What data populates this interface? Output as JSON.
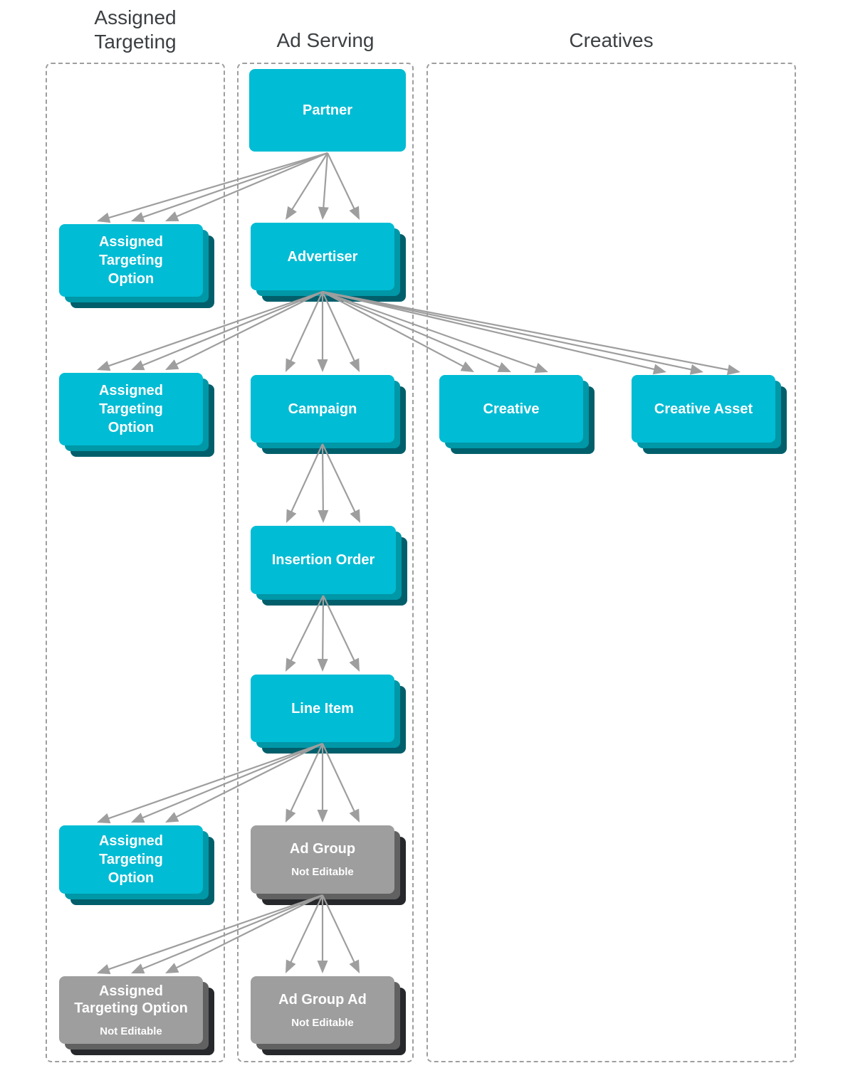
{
  "columns": [
    {
      "id": "assigned-targeting",
      "title": "Assigned Targeting"
    },
    {
      "id": "ad-serving",
      "title": "Ad Serving"
    },
    {
      "id": "creatives",
      "title": "Creatives"
    }
  ],
  "nodes": [
    {
      "id": "partner",
      "column": "ad-serving",
      "label_lines": [
        "Partner"
      ],
      "style": "cyan",
      "stacked": false
    },
    {
      "id": "ato1",
      "column": "assigned-targeting",
      "label_lines": [
        "Assigned",
        "Targeting",
        "Option"
      ],
      "style": "cyan",
      "stacked": true
    },
    {
      "id": "advertiser",
      "column": "ad-serving",
      "label_lines": [
        "Advertiser"
      ],
      "style": "cyan",
      "stacked": true
    },
    {
      "id": "ato2",
      "column": "assigned-targeting",
      "label_lines": [
        "Assigned",
        "Targeting",
        "Option"
      ],
      "style": "cyan",
      "stacked": true
    },
    {
      "id": "campaign",
      "column": "ad-serving",
      "label_lines": [
        "Campaign"
      ],
      "style": "cyan",
      "stacked": true
    },
    {
      "id": "creative",
      "column": "creatives",
      "label_lines": [
        "Creative"
      ],
      "style": "cyan",
      "stacked": true
    },
    {
      "id": "creative-asset",
      "column": "creatives",
      "label_lines": [
        "Creative Asset"
      ],
      "style": "cyan",
      "stacked": true
    },
    {
      "id": "insertion-order",
      "column": "ad-serving",
      "label_lines": [
        "Insertion Order"
      ],
      "style": "cyan",
      "stacked": true
    },
    {
      "id": "line-item",
      "column": "ad-serving",
      "label_lines": [
        "Line Item"
      ],
      "style": "cyan",
      "stacked": true
    },
    {
      "id": "ato3",
      "column": "assigned-targeting",
      "label_lines": [
        "Assigned",
        "Targeting",
        "Option"
      ],
      "style": "cyan",
      "stacked": true
    },
    {
      "id": "ad-group",
      "column": "ad-serving",
      "label_lines": [
        "Ad Group"
      ],
      "sublabel": "Not Editable",
      "style": "gray",
      "stacked": true
    },
    {
      "id": "ato4",
      "column": "assigned-targeting",
      "label_lines": [
        "Assigned",
        "Targeting Option"
      ],
      "sublabel": "Not Editable",
      "style": "gray",
      "stacked": true
    },
    {
      "id": "ad-group-ad",
      "column": "ad-serving",
      "label_lines": [
        "Ad Group Ad"
      ],
      "sublabel": "Not Editable",
      "style": "gray",
      "stacked": true
    }
  ],
  "edges": [
    {
      "from": "partner",
      "to": "advertiser"
    },
    {
      "from": "partner",
      "to": "ato1"
    },
    {
      "from": "advertiser",
      "to": "ato2"
    },
    {
      "from": "advertiser",
      "to": "campaign"
    },
    {
      "from": "advertiser",
      "to": "creative"
    },
    {
      "from": "advertiser",
      "to": "creative-asset"
    },
    {
      "from": "campaign",
      "to": "insertion-order"
    },
    {
      "from": "insertion-order",
      "to": "line-item"
    },
    {
      "from": "line-item",
      "to": "ato3"
    },
    {
      "from": "line-item",
      "to": "ad-group"
    },
    {
      "from": "ad-group",
      "to": "ato4"
    },
    {
      "from": "ad-group",
      "to": "ad-group-ad"
    }
  ],
  "colors": {
    "node_cyan": "#00BCD4",
    "node_cyan_shadow1": "#0097A7",
    "node_cyan_shadow2": "#015F6B",
    "node_gray": "#9E9E9E",
    "node_gray_shadow1": "#616161",
    "node_gray_shadow2": "#26282B",
    "arrow": "#9E9E9E",
    "column_border": "#9E9E9E",
    "title_text": "#3C4043",
    "node_text": "#FFFFFF"
  }
}
